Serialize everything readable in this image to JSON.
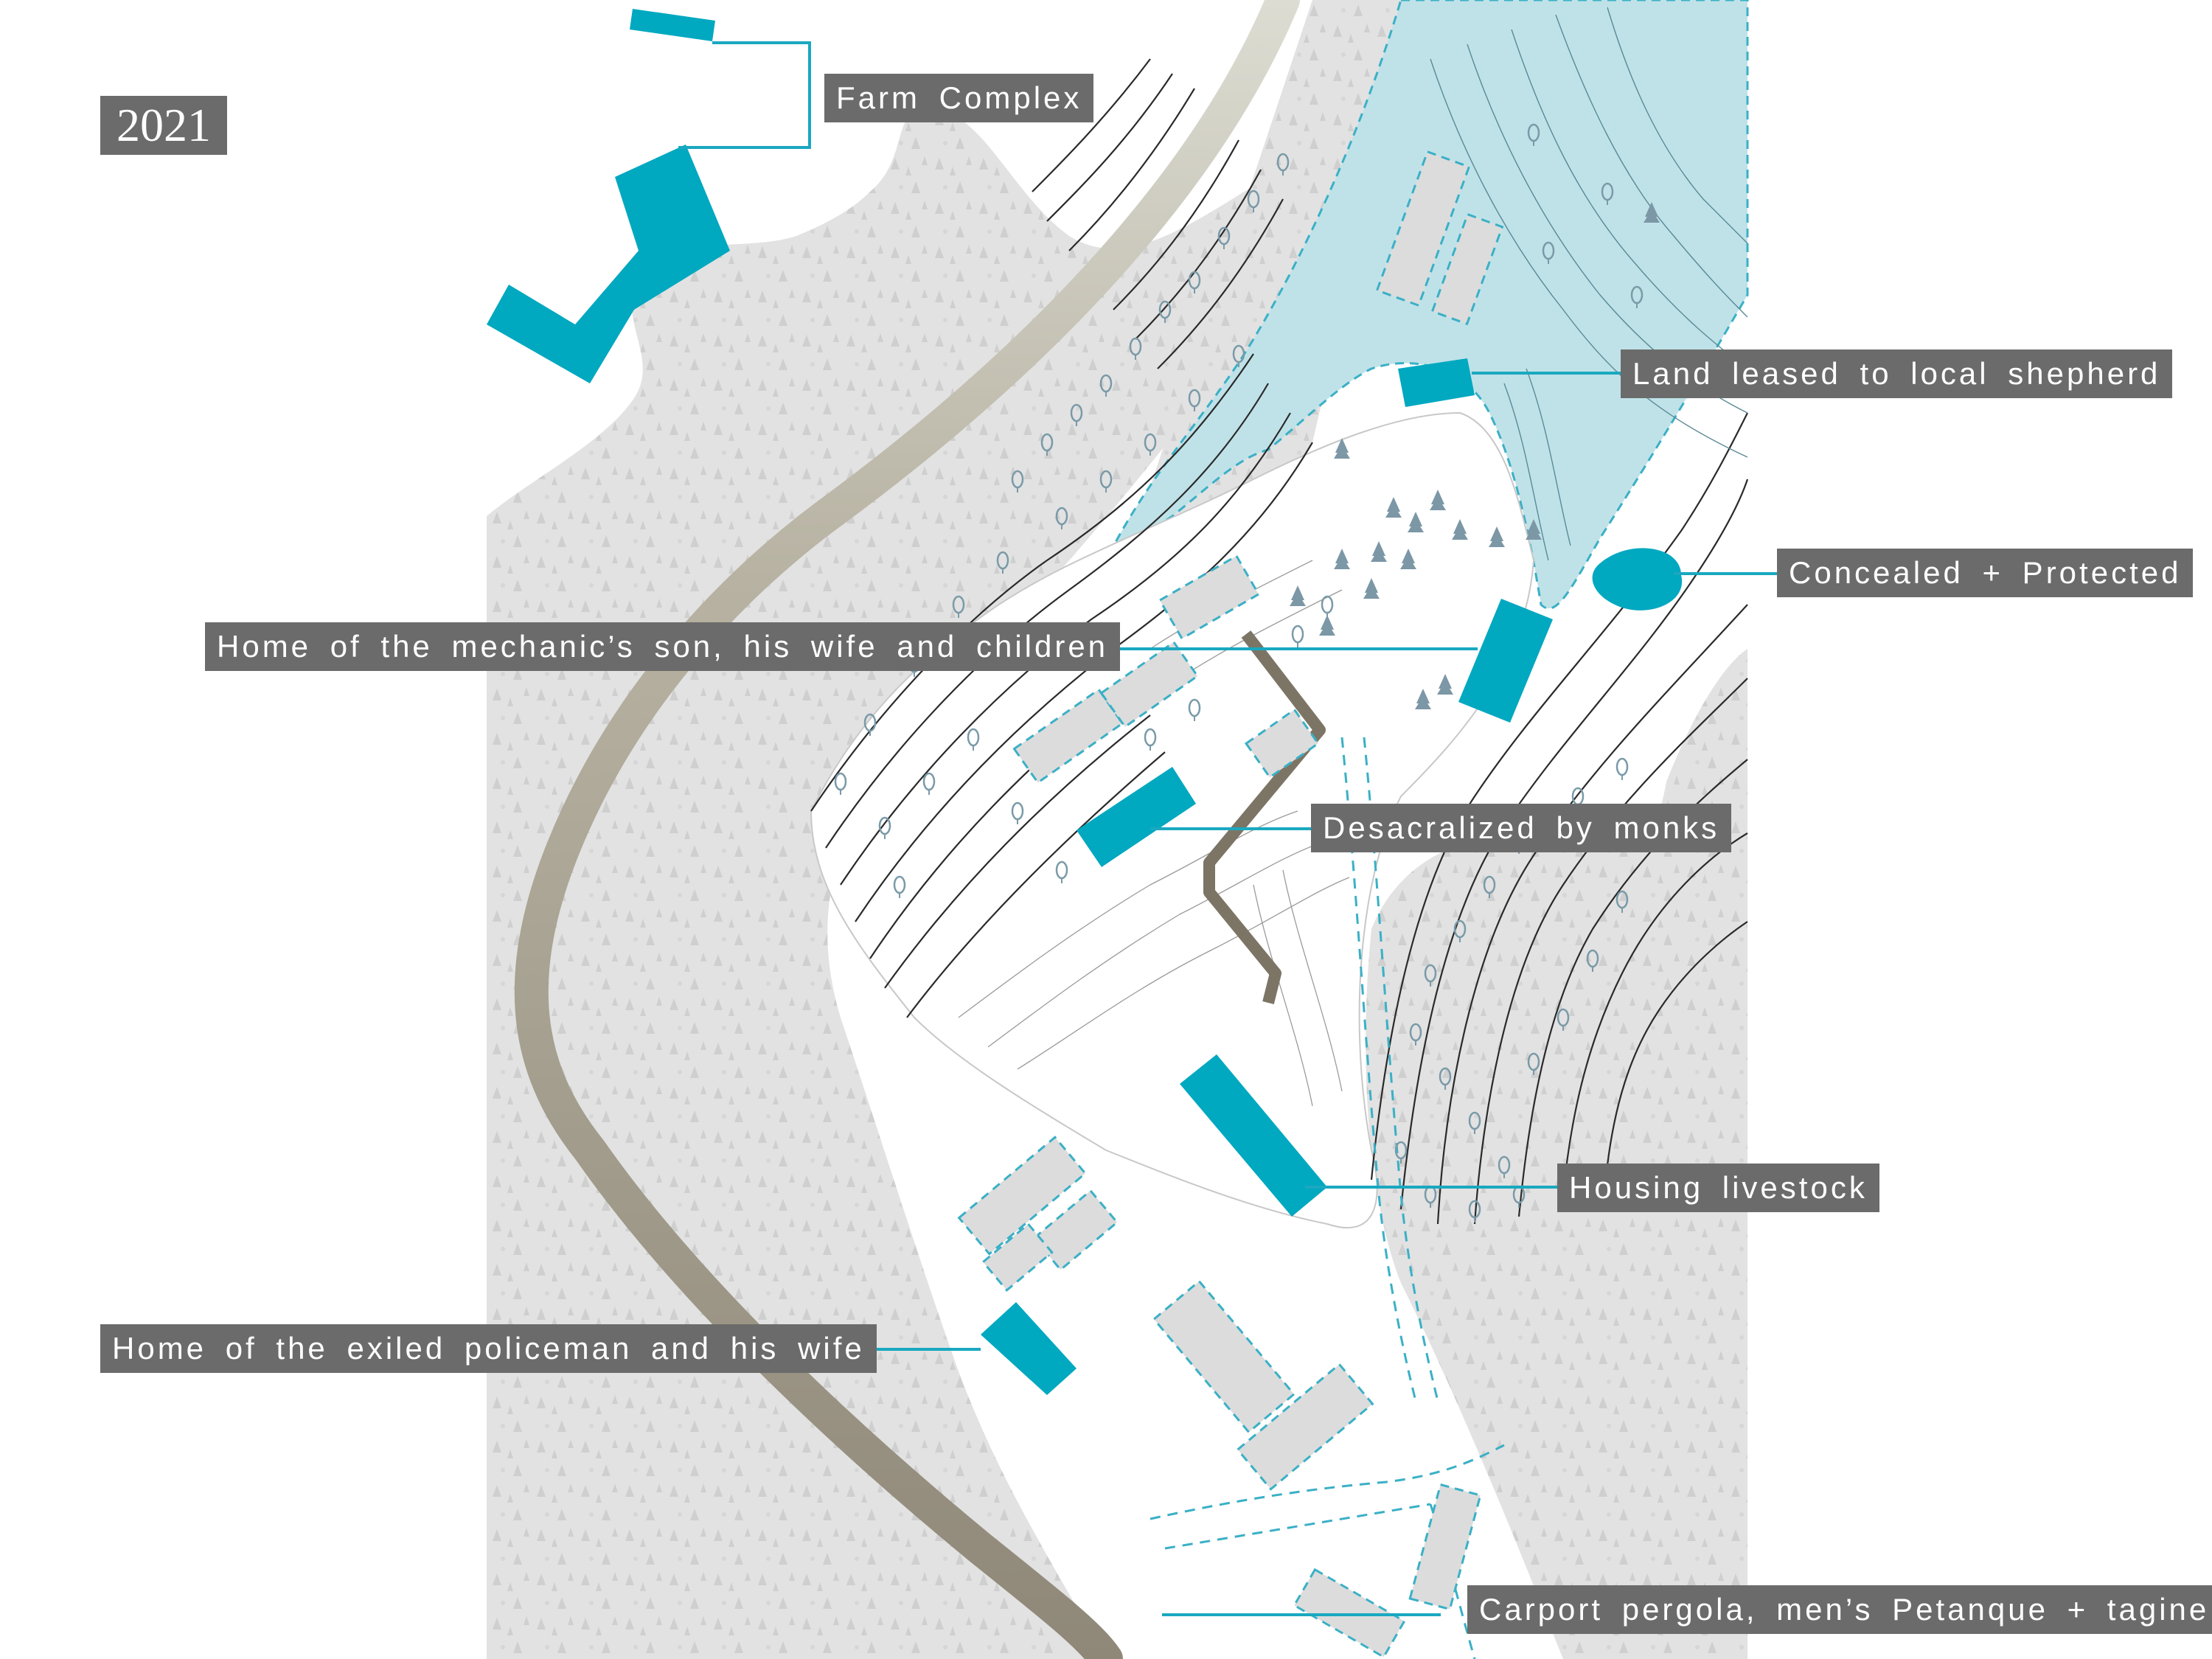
{
  "year": "2021",
  "labels": {
    "farm_complex": "Farm Complex",
    "land_leased": "Land leased to local shepherd",
    "concealed": "Concealed + Protected",
    "mechanic_home": "Home of the mechanic’s son, his wife and children",
    "desacralized": "Desacralized by monks",
    "housing_livestock": "Housing livestock",
    "policeman_home": "Home of the exiled policeman and his wife",
    "carport": "Carport pergola, men’s Petanque + tagine"
  },
  "colors": {
    "highlight_building": "#00a8c0",
    "leader_line": "#1aa8c0",
    "label_bg": "#6b6b6b",
    "forest": "#e4e4e4",
    "pasture": "#bfe2e8",
    "road": "#a39c8c",
    "ghost_building": "#dcdcdc",
    "contour": "#222222"
  }
}
